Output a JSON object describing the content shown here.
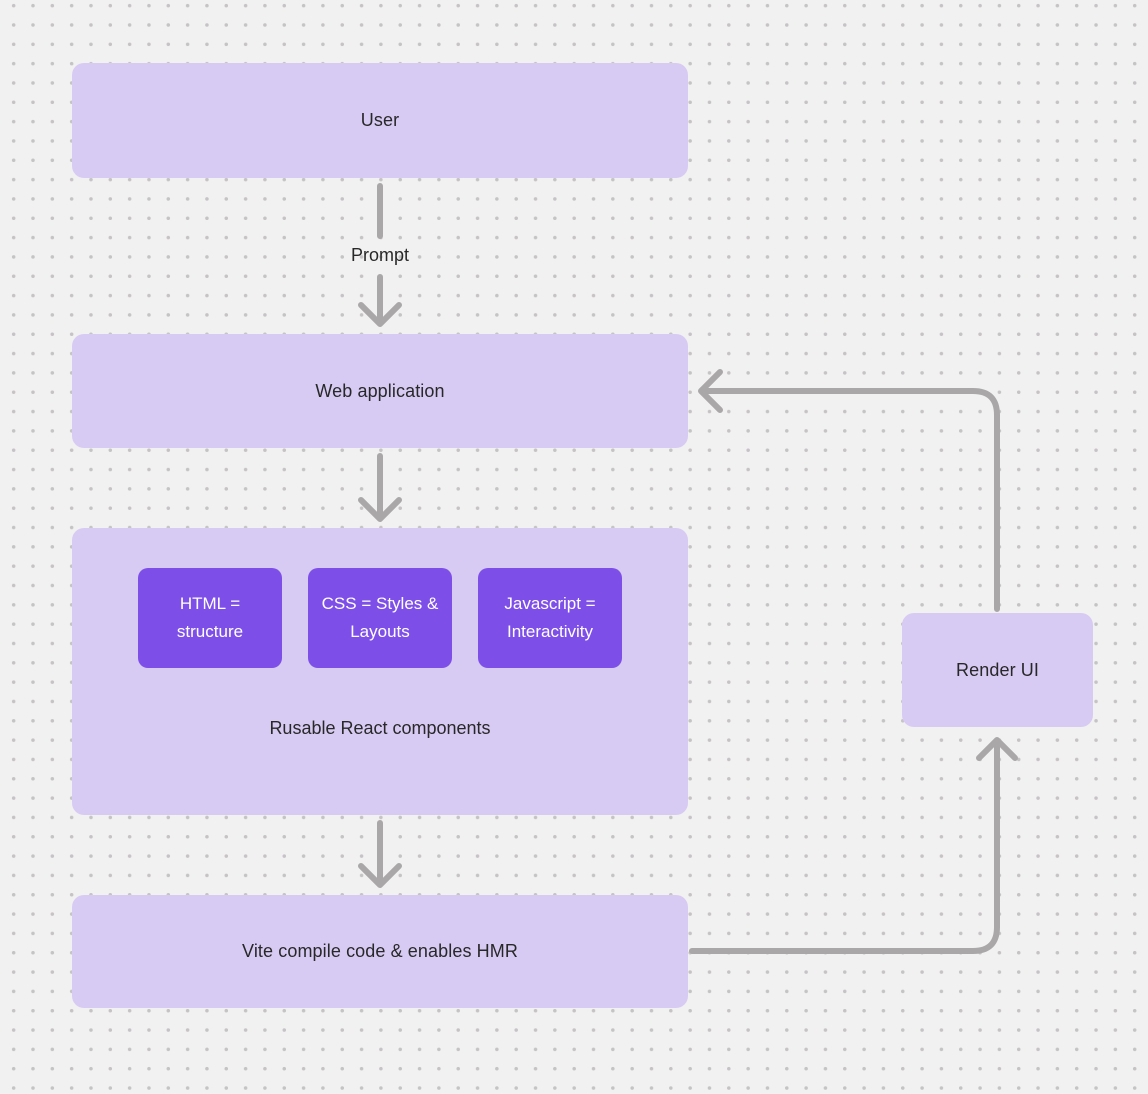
{
  "diagram": {
    "nodes": {
      "user": {
        "label": "User"
      },
      "web_app": {
        "label": "Web application"
      },
      "components_group": {
        "caption": "Rusable React components",
        "chips": [
          "HTML = structure",
          "CSS = Styles & Layouts",
          "Javascript = Interactivity"
        ]
      },
      "vite": {
        "label": "Vite compile code & enables HMR"
      },
      "render_ui": {
        "label": "Render UI"
      }
    },
    "edges": {
      "prompt_label": "Prompt"
    },
    "colors": {
      "background": "#F2F1F1",
      "dot_grid": "#C6C3C6",
      "node_fill": "#D7CBF3",
      "chip_fill": "#7D4FE8",
      "chip_text": "#FFFFFF",
      "arrow": "#A9A7A7",
      "text": "#282828"
    }
  }
}
